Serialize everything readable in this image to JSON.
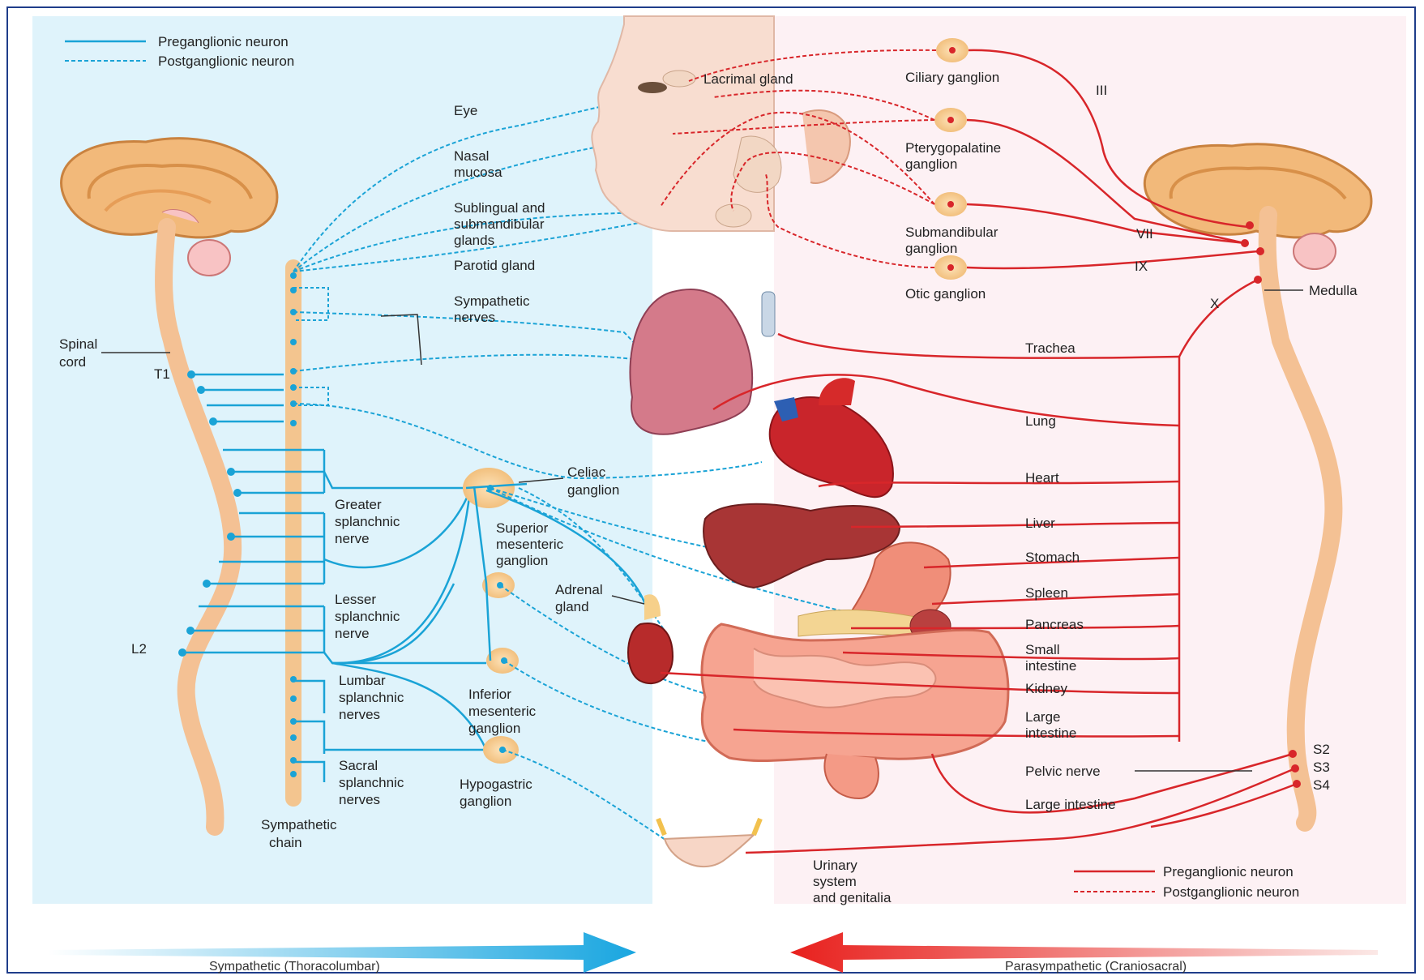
{
  "legend_left": {
    "pre": "Preganglionic neuron",
    "post": "Postganglionic neuron"
  },
  "legend_right": {
    "pre": "Preganglionic neuron",
    "post": "Postganglionic neuron"
  },
  "colors": {
    "sympathetic": "#1aa3d6",
    "parasympathetic": "#d8262a",
    "sympathetic_bg": "#dff3fb",
    "parasympathetic_bg": "#fdf1f4",
    "cord": "#f6c9a0"
  },
  "sympathetic": {
    "spinal_cord": [
      "Spinal",
      "cord"
    ],
    "t1": "T1",
    "l2": "L2",
    "chain": [
      "Sympathetic",
      "chain"
    ],
    "sympathetic_nerves": [
      "Sympathetic",
      "nerves"
    ],
    "greater": [
      "Greater",
      "splanchnic",
      "nerve"
    ],
    "lesser": [
      "Lesser",
      "splanchnic",
      "nerve"
    ],
    "lumbar": [
      "Lumbar",
      "splanchnic",
      "nerves"
    ],
    "sacral": [
      "Sacral",
      "splanchnic",
      "nerves"
    ],
    "celiac": [
      "Celiac",
      "ganglion"
    ],
    "superior": [
      "Superior",
      "mesenteric",
      "ganglion"
    ],
    "inferior": [
      "Inferior",
      "mesenteric",
      "ganglion"
    ],
    "hypogastric": [
      "Hypogastric",
      "ganglion"
    ],
    "adrenal": [
      "Adrenal",
      "gland"
    ]
  },
  "head": {
    "eye": "Eye",
    "nasal": [
      "Nasal",
      "mucosa"
    ],
    "sublingual": [
      "Sublingual and",
      "submandibular",
      "glands"
    ],
    "parotid": "Parotid gland",
    "lacrimal": "Lacrimal gland"
  },
  "parasympathetic": {
    "ciliary": "Ciliary ganglion",
    "pterygo": [
      "Pterygopalatine",
      "ganglion"
    ],
    "submandibular": [
      "Submandibular",
      "ganglion"
    ],
    "otic": "Otic ganglion",
    "medulla": "Medulla",
    "cn3": "III",
    "cn7": "VII",
    "cn9": "IX",
    "cn10": "X",
    "s2": "S2",
    "s3": "S3",
    "s4": "S4",
    "pelvic_nerve": "Pelvic nerve"
  },
  "organs": {
    "trachea": "Trachea",
    "lung": "Lung",
    "heart": "Heart",
    "liver": "Liver",
    "stomach": "Stomach",
    "spleen": "Spleen",
    "pancreas": "Pancreas",
    "small_intestine": [
      "Small",
      "intestine"
    ],
    "kidney": "Kidney",
    "large_intestine": [
      "Large",
      "intestine"
    ],
    "large_intestine_2": "Large intestine",
    "urinary": [
      "Urinary",
      "system",
      "and genitalia"
    ]
  },
  "arrows": {
    "sympathetic": "Sympathetic (Thoracolumbar)",
    "parasympathetic": "Parasympathetic (Craniosacral)"
  }
}
